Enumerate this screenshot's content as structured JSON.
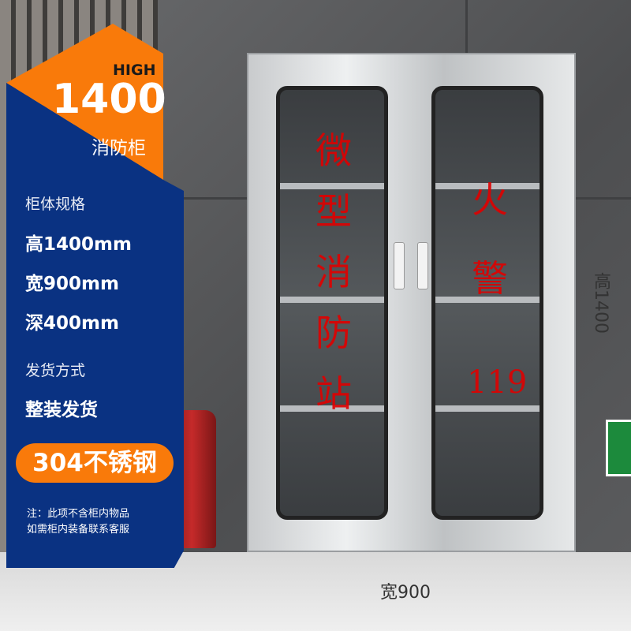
{
  "banner": {
    "high_label": "HIGH",
    "height_value": "1400",
    "product_name": "消防柜"
  },
  "specs": {
    "heading": "柜体规格",
    "items": [
      "高1400mm",
      "宽900mm",
      "深400mm"
    ]
  },
  "shipping": {
    "heading": "发货方式",
    "value": "整装发货"
  },
  "material_badge": "304不锈钢",
  "notes": [
    "注：此项不含柜内物品",
    "如需柜内装备联系客服"
  ],
  "overlay_text": {
    "left_vertical": [
      "微",
      "型",
      "消",
      "防",
      "站"
    ],
    "right_vertical": [
      "火",
      "警"
    ],
    "number": "119"
  },
  "dimensions": {
    "height_label": "高1400",
    "width_label": "宽900"
  },
  "colors": {
    "orange": "#f97a0a",
    "blue": "#0a3282",
    "overlay_red": "#e00000"
  }
}
